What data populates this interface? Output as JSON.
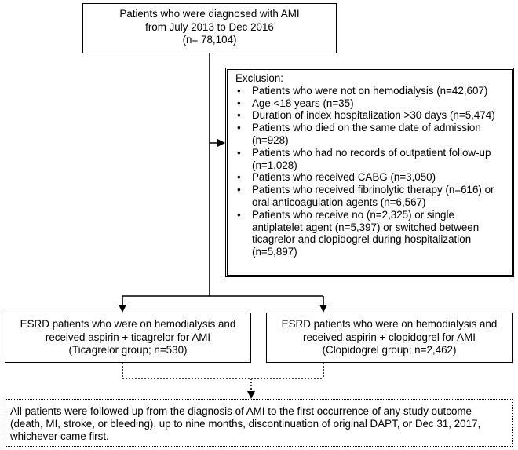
{
  "top_box": {
    "lines": [
      "Patients who were diagnosed with AMI",
      "from July 2013 to Dec 2016",
      "(n= 78,104)"
    ]
  },
  "exclusion_box": {
    "title": "Exclusion:",
    "items": [
      "Patients who were not on hemodialysis (n=42,607)",
      "Age <18 years (n=35)",
      "Duration of index hospitalization >30 days (n=5,474)",
      "Patients who died on the same date of admission (n=928)",
      "Patients who had no records of outpatient follow-up (n=1,028)",
      "Patients who received CABG (n=3,050)",
      "Patients who received fibrinolytic therapy (n=616) or oral anticoagulation agents (n=6,567)",
      "Patients who receive no (n=2,325) or single antiplatelet agent (n=5,397) or switched between ticagrelor and clopidogrel during hospitalization (n=5,897)"
    ]
  },
  "ticagrelor_box": {
    "lines": [
      "ESRD patients who were on hemodialysis and",
      "received aspirin + ticagrelor for AMI",
      "(Ticagrelor group; n=530)"
    ]
  },
  "clopidogrel_box": {
    "lines": [
      "ESRD patients who were on hemodialysis and",
      "received aspirin + clopidogrel for AMI",
      "(Clopidogrel group; n=2,462)"
    ]
  },
  "followup_box": {
    "text": "All patients were followed up from the diagnosis of AMI to the first occurrence of any study outcome (death, MI, stroke, or bleeding), up to nine months, discontinuation of original DAPT, or Dec 31, 2017, whichever came first."
  }
}
